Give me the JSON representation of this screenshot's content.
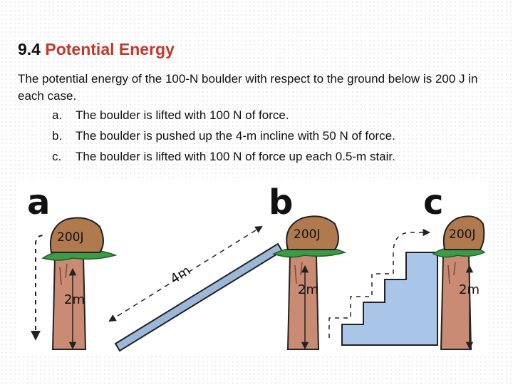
{
  "title": {
    "number": "9.4",
    "text": "Potential Energy",
    "accent_color": "#c0392b"
  },
  "intro": "The potential energy of the 100-N boulder with respect to the ground below is 200 J in each case.",
  "items": [
    {
      "marker": "a.",
      "text": "The boulder is lifted with 100 N of force."
    },
    {
      "marker": "b.",
      "text": "The boulder is pushed up the 4-m incline with 50 N of force."
    },
    {
      "marker": "c.",
      "text": "The boulder is lifted with 100 N of force up each 0.5-m stair."
    }
  ],
  "figure": {
    "panels": [
      {
        "letter": "a",
        "energy": "200J",
        "height": "2m"
      },
      {
        "letter": "b",
        "energy": "200J",
        "height": "2m",
        "incline": "4m"
      },
      {
        "letter": "c",
        "energy": "200J",
        "height": "2m"
      }
    ],
    "colors": {
      "boulder": "#b07a4e",
      "grass": "#3d9a45",
      "trunk": "#c98b73",
      "incline": "#9cb8d8",
      "stairs": "#a9c6e8"
    }
  }
}
